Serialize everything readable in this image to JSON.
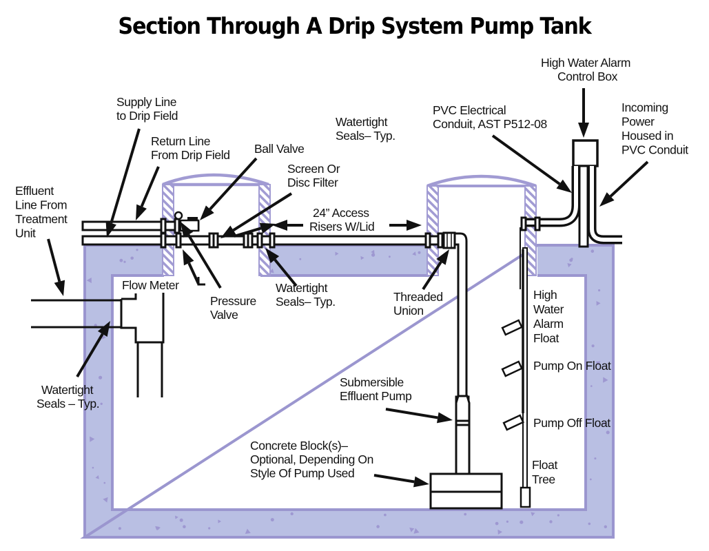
{
  "title": "Section Through A Drip System Pump Tank",
  "colors": {
    "concrete_fill": "#b9bfe3",
    "concrete_edge": "#9b96cf",
    "riser": "#a19bd3",
    "line": "#111111"
  },
  "labels": {
    "supply_line": [
      "Supply Line",
      "to Drip Field"
    ],
    "return_line": [
      "Return Line",
      "From Drip Field"
    ],
    "ball_valve": [
      "Ball Valve"
    ],
    "effluent_line": [
      "Effluent",
      "Line From",
      "Treatment",
      "Unit"
    ],
    "screen_filter": [
      "Screen Or",
      "Disc Filter"
    ],
    "watertight_seals_top": [
      "Watertight",
      "Seals– Typ."
    ],
    "access_risers": [
      "24” Access",
      "Risers W/Lid"
    ],
    "pvc_conduit": [
      "PVC Electrical",
      "Conduit, AST P512-08"
    ],
    "alarm_box": [
      "High Water Alarm",
      "Control Box"
    ],
    "incoming_power": [
      "Incoming",
      "Power",
      "Housed in",
      "PVC Conduit"
    ],
    "flow_meter": [
      "Flow Meter"
    ],
    "pressure_valve": [
      "Pressure",
      "Valve"
    ],
    "watertight_seals_mid": [
      "Watertight",
      "Seals– Typ."
    ],
    "threaded_union": [
      "Threaded",
      "Union"
    ],
    "watertight_seals_left": [
      "Watertight",
      "Seals – Typ."
    ],
    "high_water_float": [
      "High",
      "Water",
      "Alarm",
      "Float"
    ],
    "pump_on_float": [
      "Pump On Float"
    ],
    "pump_off_float": [
      "Pump Off Float"
    ],
    "float_tree": [
      "Float",
      "Tree"
    ],
    "submersible_pump": [
      "Submersible",
      "Effluent Pump"
    ],
    "concrete_block": [
      "Concrete Block(s)–",
      "Optional, Depending On",
      "Style Of Pump Used"
    ]
  }
}
